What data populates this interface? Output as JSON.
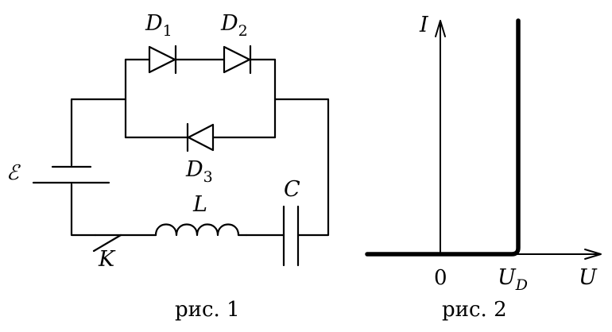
{
  "figure1": {
    "caption": "рис. 1",
    "labels": {
      "d1": "D",
      "d1_sub": "1",
      "d2": "D",
      "d2_sub": "2",
      "d3": "D",
      "d3_sub": "3",
      "emf": "ℰ",
      "inductor": "L",
      "capacitor": "C",
      "key": "K"
    }
  },
  "figure2": {
    "caption": "рис. 2",
    "labels": {
      "y_axis": "I",
      "x_axis": "U",
      "origin": "0",
      "threshold": "U",
      "threshold_sub": "D"
    }
  }
}
